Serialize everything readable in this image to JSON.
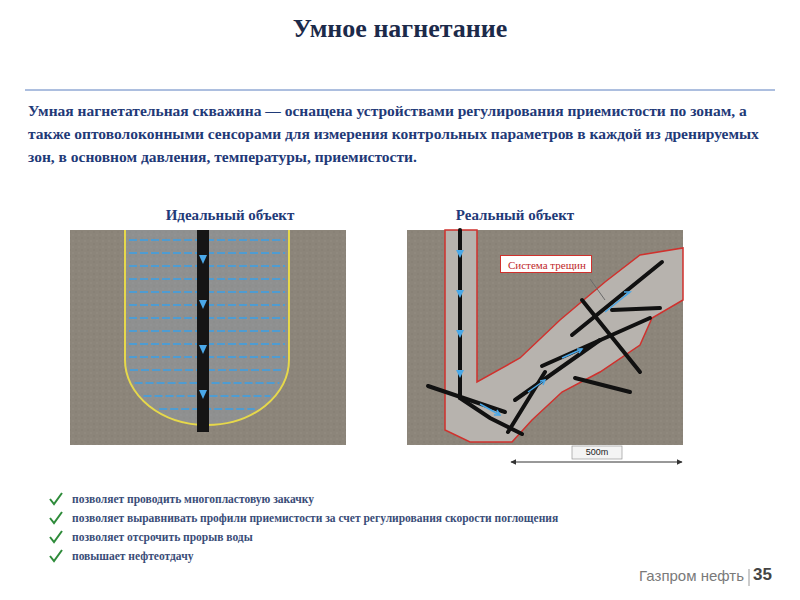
{
  "diagram": {
    "title": "Умное нагнетание",
    "nodes": [
      {
        "text": [
          "Система трещин"
        ]
      }
    ],
    "labels": [
      "Умная нагнетательная скважина — оснащена устройствами регулирования приемистости по зонам, а также оптоволоконными сенсорами для измерения контрольных параметров в каждой из дренируемых зон, в основном давления, температуры, приемистости.",
      "Идеальный объект",
      "Реальный объект",
      "500m",
      "позволяет проводить многопластовую закачку",
      "позволяет выравнивать профили приемистости за счет регулирования скорости поглощения",
      "позволяет отсрочить прорыв воды",
      "повышает нефтеотдачу",
      "Газпром нефть",
      "35"
    ]
  }
}
